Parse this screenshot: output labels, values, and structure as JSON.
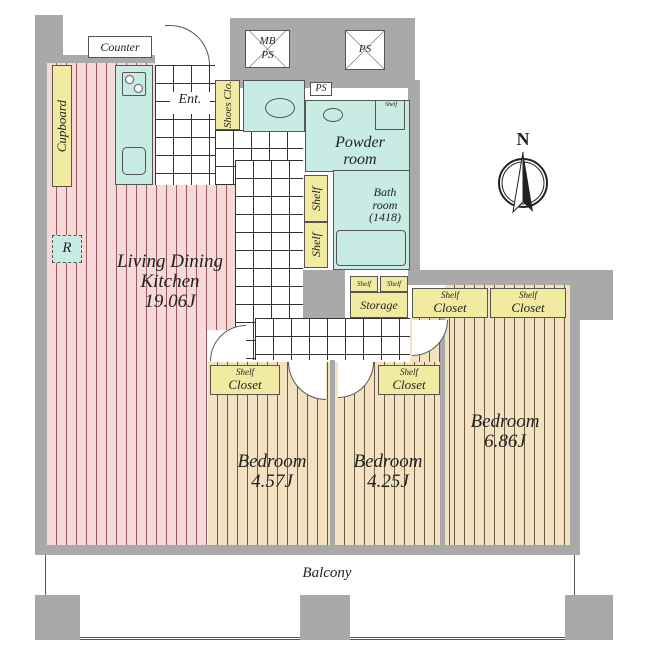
{
  "rooms": {
    "ldk": {
      "name_line1": "Living Dining",
      "name_line2": "Kitchen",
      "size": "19.06J"
    },
    "bedroom1": {
      "name": "Bedroom",
      "size": "4.57J"
    },
    "bedroom2": {
      "name": "Bedroom",
      "size": "4.25J"
    },
    "bedroom3": {
      "name": "Bedroom",
      "size": "6.86J"
    },
    "powder": {
      "line1": "Powder",
      "line2": "room"
    },
    "bath": {
      "line1": "Bath",
      "line2": "room",
      "size": "(1418)"
    },
    "entrance": "Ent.",
    "balcony": "Balcony"
  },
  "fixtures": {
    "counter": "Counter",
    "cupboard": "Cupboard",
    "refrigerator": "R",
    "shoes_closet": "Shoes Clo.",
    "shelf": "Shelf",
    "storage": "Storage",
    "closet": "Closet",
    "ps": "PS",
    "mb": "MB"
  },
  "compass": {
    "label": "N"
  },
  "colors": {
    "wall": "#a9a9a9",
    "ldk": "#f6d9d9",
    "bedroom": "#f3e2c2",
    "wet": "#c8ebe4",
    "shelf": "#f1eba2"
  }
}
